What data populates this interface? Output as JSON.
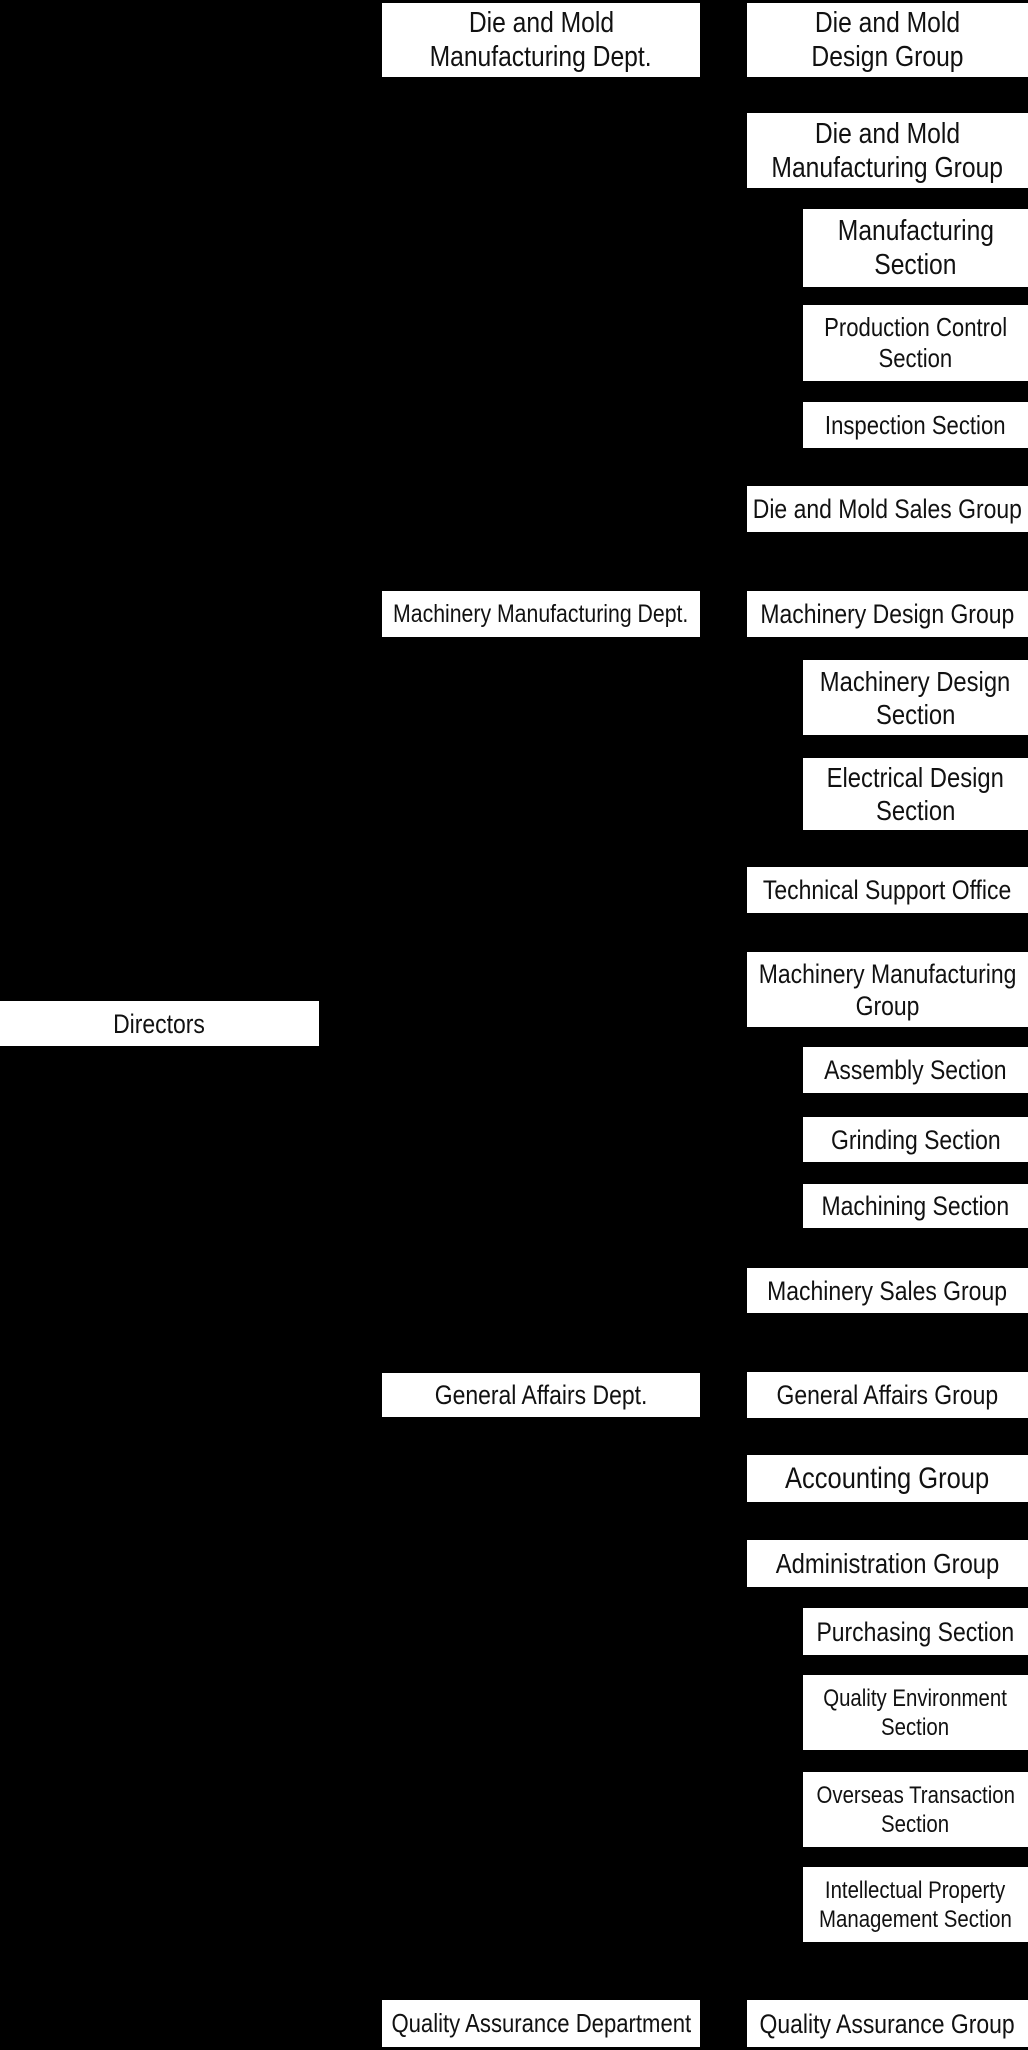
{
  "colors": {
    "background": "#000000",
    "box_fill": "#ffffff",
    "box_text": "#111111"
  },
  "org": {
    "root": {
      "label": "Directors"
    },
    "departments": [
      {
        "label": "Die and Mold Manufacturing Dept.",
        "lines": [
          "Die and Mold",
          "Manufacturing Dept."
        ],
        "children": [
          {
            "label": "Die and Mold Design Group",
            "lines": [
              "Die and Mold",
              "Design Group"
            ],
            "children": []
          },
          {
            "label": "Die and Mold Manufacturing Group",
            "lines": [
              "Die and Mold",
              "Manufacturing Group"
            ],
            "children": [
              {
                "label": "Manufacturing Section",
                "lines": [
                  "Manufacturing",
                  "Section"
                ]
              },
              {
                "label": "Production Control Section",
                "lines": [
                  "Production Control",
                  "Section"
                ]
              },
              {
                "label": "Inspection Section",
                "lines": [
                  "Inspection Section"
                ]
              }
            ]
          },
          {
            "label": "Die and Mold Sales Group",
            "lines": [
              "Die and Mold Sales Group"
            ],
            "children": []
          }
        ]
      },
      {
        "label": "Machinery Manufacturing Dept.",
        "lines": [
          "Machinery Manufacturing Dept."
        ],
        "children": [
          {
            "label": "Machinery Design Group",
            "lines": [
              "Machinery Design Group"
            ],
            "children": [
              {
                "label": "Machinery Design Section",
                "lines": [
                  "Machinery Design",
                  "Section"
                ]
              },
              {
                "label": "Electrical Design Section",
                "lines": [
                  "Electrical Design",
                  "Section"
                ]
              }
            ]
          },
          {
            "label": "Technical Support Office",
            "lines": [
              "Technical Support Office"
            ],
            "children": []
          },
          {
            "label": "Machinery Manufacturing Group",
            "lines": [
              "Machinery Manufacturing",
              "Group"
            ],
            "children": [
              {
                "label": "Assembly Section",
                "lines": [
                  "Assembly Section"
                ]
              },
              {
                "label": "Grinding Section",
                "lines": [
                  "Grinding Section"
                ]
              },
              {
                "label": "Machining Section",
                "lines": [
                  "Machining Section"
                ]
              }
            ]
          },
          {
            "label": "Machinery Sales Group",
            "lines": [
              "Machinery Sales Group"
            ],
            "children": []
          }
        ]
      },
      {
        "label": "General Affairs Dept.",
        "lines": [
          "General Affairs Dept."
        ],
        "children": [
          {
            "label": "General Affairs Group",
            "lines": [
              "General Affairs Group"
            ],
            "children": []
          },
          {
            "label": "Accounting Group",
            "lines": [
              "Accounting Group"
            ],
            "children": []
          },
          {
            "label": "Administration Group",
            "lines": [
              "Administration Group"
            ],
            "children": [
              {
                "label": "Purchasing Section",
                "lines": [
                  "Purchasing Section"
                ]
              },
              {
                "label": "Quality Environment Section",
                "lines": [
                  "Quality Environment",
                  "Section"
                ]
              },
              {
                "label": "Overseas Transaction Section",
                "lines": [
                  "Overseas Transaction",
                  "Section"
                ]
              },
              {
                "label": "Intellectual Property Management Section",
                "lines": [
                  "Intellectual Property",
                  "Management Section"
                ]
              }
            ]
          }
        ]
      },
      {
        "label": "Quality Assurance Department",
        "lines": [
          "Quality Assurance Department"
        ],
        "children": [
          {
            "label": "Quality Assurance Group",
            "lines": [
              "Quality Assurance Group"
            ],
            "children": []
          }
        ]
      }
    ]
  }
}
